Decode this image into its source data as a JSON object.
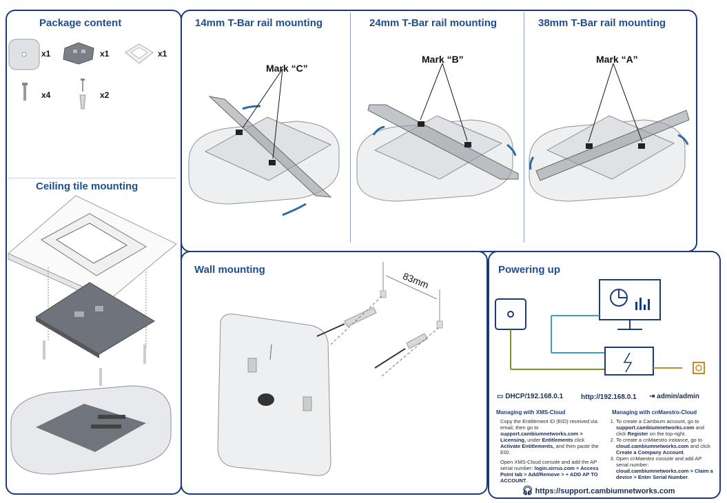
{
  "sections": {
    "package": "Package content",
    "ceiling": "Ceiling tile mounting",
    "rail14": "14mm T-Bar rail mounting",
    "rail24": "24mm T-Bar rail mounting",
    "rail38": "38mm T-Bar rail mounting",
    "wall": "Wall mounting",
    "power": "Powering up"
  },
  "package": {
    "q1": "x1",
    "q2": "x1",
    "q3": "x1",
    "q4": "x4",
    "q5": "x2"
  },
  "marks": {
    "c": "Mark “C”",
    "b": "Mark “B”",
    "a": "Mark “A”"
  },
  "wall": {
    "dimension": "83mm"
  },
  "network": {
    "dhcp": "DHCP/192.168.0.1",
    "url": "http://192.168.0.1",
    "creds": "admin/admin"
  },
  "xms": {
    "title": "Managing with XMS-Cloud",
    "p1a": "Copy the Entitlement ID (EID) received via email, then go to ",
    "p1b": "support.cambiumnetworks.com > Licensing,",
    "p1c": " under ",
    "p1d": "Entitlements",
    "p1e": " click ",
    "p1f": "Activate Entitlements,",
    "p1g": " and then paste the EID.",
    "p2a": "Open XMS-Cloud console and add the AP serial number: ",
    "p2b": "login.xirrus.com > Access Point tab > Add/Remove > + ADD AP TO ACCOUNT",
    "p2c": "."
  },
  "cnm": {
    "title": "Managing with cnMaestro-Cloud",
    "s1a": "To create a Cambium account, go to ",
    "s1b": "support.cambiumnetworks.com",
    "s1c": " and click ",
    "s1d": "Register",
    "s1e": " on the top-right.",
    "s2a": "To create a cnMaestro instance, go to ",
    "s2b": "cloud.cambiumnetworks.com",
    "s2c": " and click ",
    "s2d": "Create a Company Account",
    "s2e": ".",
    "s3a": "Open cnMaestro console and add AP serial number: ",
    "s3b": "cloud.cambiumnetworks.com > Claim a device > Enter Serial Number",
    "s3c": "."
  },
  "support_url": "https://support.cambiumnetworks.com"
}
